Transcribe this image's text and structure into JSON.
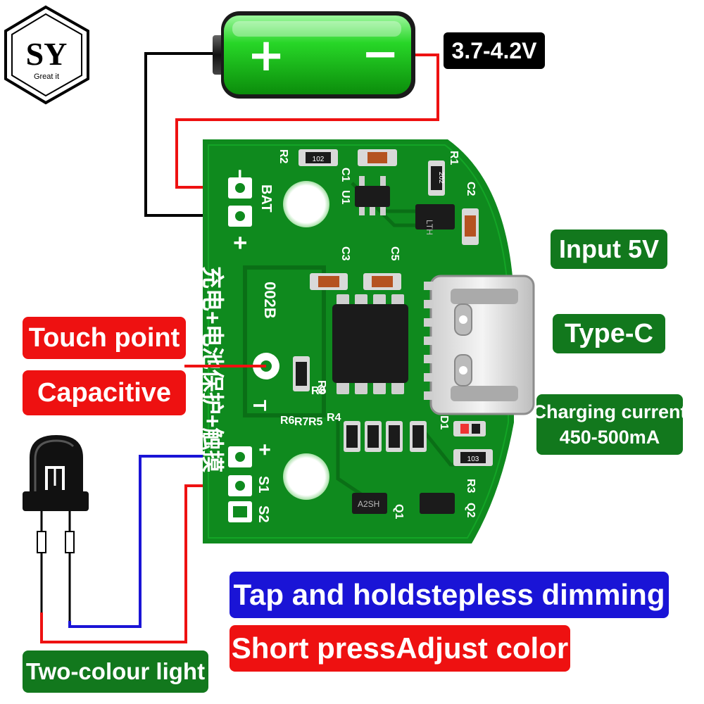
{
  "logo": {
    "letters": "SY",
    "tagline": "Great it"
  },
  "battery": {
    "plus": "+",
    "minus": "−",
    "voltage": "3.7-4.2V"
  },
  "board": {
    "model": "002B",
    "bat_minus": "−",
    "bat_label": "BAT",
    "bat_plus": "+",
    "chinese_text": "充电+电池保护+触摸",
    "touch_pad_label": "T",
    "led_plus": "+",
    "s1": "S1",
    "s2": "S2",
    "refs": [
      "R2",
      "R1",
      "C1",
      "U1",
      "C2",
      "C3",
      "C5",
      "R9",
      "R8",
      "R4",
      "R5",
      "R7",
      "R6",
      "R3",
      "Q1",
      "Q2",
      "D1"
    ],
    "marks": {
      "r102": "102",
      "r202": "202",
      "ltnh": "LTH",
      "a2": "A2SH",
      "r103": "103"
    }
  },
  "labels": {
    "input": "Input 5V",
    "type_c": "Type-C",
    "charging_title": "Charging current",
    "charging_value": "450-500mA",
    "touch_point": "Touch point",
    "capacitive": "Capacitive",
    "tap_hold": "Tap and holdstepless dimming",
    "short_press": "Short pressAdjust color",
    "two_colour": "Two-colour light"
  },
  "colors": {
    "pcb": "#0f8a1e",
    "pcb_dark": "#0a6f16",
    "label_red": "#ee1111",
    "label_green": "#12781d",
    "label_blue": "#1a14d6",
    "battery": "#22d322"
  }
}
